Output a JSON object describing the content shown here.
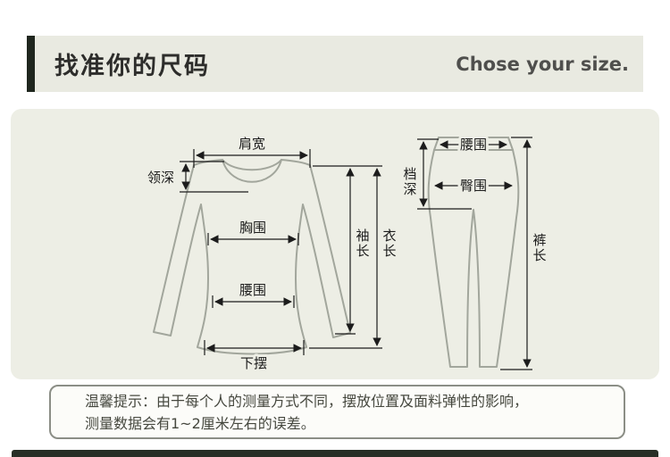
{
  "header": {
    "title": "找准你的尺码",
    "subtitle": "Chose your size."
  },
  "diagram": {
    "shirt": {
      "shoulder_width": "肩宽",
      "neck_depth": "领深",
      "chest": "胸围",
      "waist": "腰围",
      "hem": "下摆",
      "sleeve_length": "袖长",
      "garment_length": "衣长"
    },
    "pants": {
      "waist": "腰围",
      "crotch_depth": "档深",
      "hip": "臀围",
      "pants_length": "裤长"
    }
  },
  "tips": {
    "line1": "温馨提示：由于每个人的测量方式不同，摆放位置及面料弹性的影响，",
    "line2": "测量数据会有1~2厘米左右的误差。"
  },
  "colors": {
    "accent_bar": "#1f261e",
    "header_bg": "#e9eae1",
    "panel_bg": "#edeee5",
    "garment_line": "#a2a69c",
    "measure_line": "#1c1c1c"
  }
}
